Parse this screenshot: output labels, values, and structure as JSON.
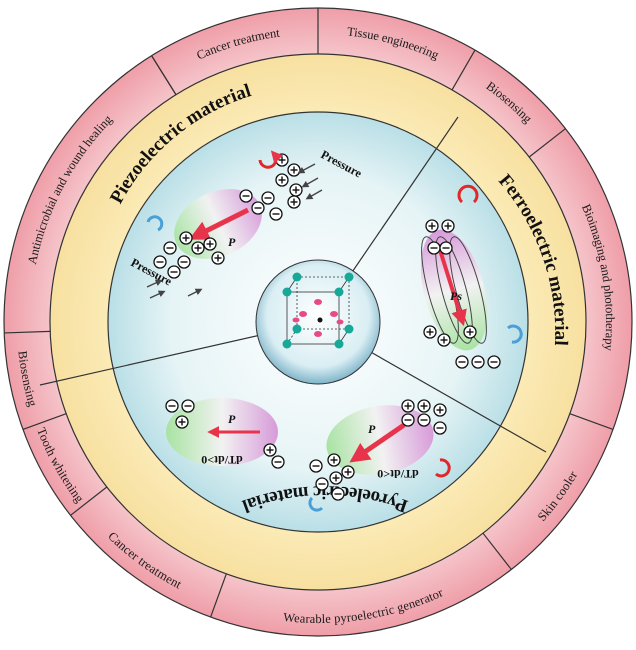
{
  "outer_ring": {
    "applications": [
      "Cancer treatment",
      "Tissue engineering",
      "Biosensing",
      "Bioimaging and phototherapy",
      "Skin cooler",
      "Wearable pyroelectric generator",
      "Cancer treatment",
      "Tooth whitening",
      "Biosensing",
      "Antimicrobial and wound healing"
    ]
  },
  "sectors": {
    "piezoelectric": {
      "title": "Piezoelectric material",
      "pressure_top": "Pressure",
      "pressure_left": "Pressure",
      "polarization": "P"
    },
    "ferroelectric": {
      "title": "Ferroelectric material",
      "polarization": "Ps"
    },
    "pyroelectric": {
      "title": "Pyroelectric material",
      "left_condition": "dT/dt>0",
      "left_polarization": "P",
      "right_condition": "dT/dt<0",
      "right_polarization": "P"
    }
  },
  "colors": {
    "outer_ring": "#f6c9cf",
    "middle_ring": "#fbe7b2",
    "inner_disc": "#c9e7ec",
    "arrow": "#e8344a",
    "rotation_red": "#e02828",
    "rotation_blue": "#4a9fd8",
    "crystal_teal": "#17a898",
    "crystal_pink": "#e74b86"
  },
  "icons": [
    "rotation-arrow-icon",
    "crystal-lattice-icon",
    "plus-charge-icon",
    "minus-charge-icon",
    "pressure-arrow-icon"
  ]
}
